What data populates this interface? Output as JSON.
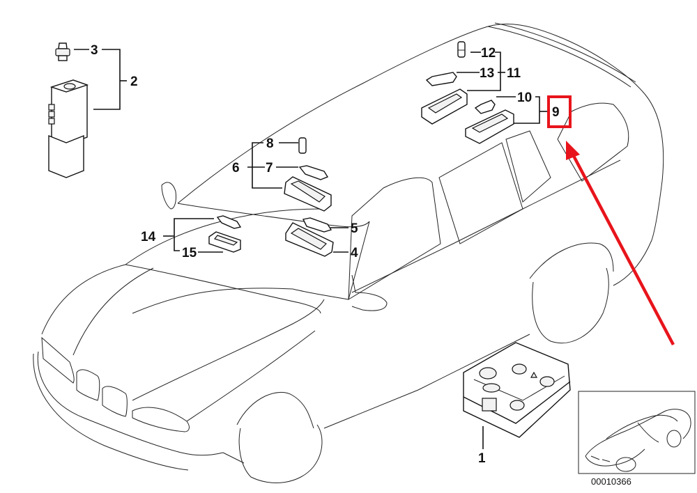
{
  "diagram": {
    "type": "parts-exploded-view",
    "subject": "station wagon interior lights",
    "callouts": [
      {
        "id": "1",
        "label": "1"
      },
      {
        "id": "2",
        "label": "2"
      },
      {
        "id": "3",
        "label": "3"
      },
      {
        "id": "4",
        "label": "4"
      },
      {
        "id": "5",
        "label": "5"
      },
      {
        "id": "6",
        "label": "6"
      },
      {
        "id": "7",
        "label": "7"
      },
      {
        "id": "8",
        "label": "8"
      },
      {
        "id": "9",
        "label": "9"
      },
      {
        "id": "10",
        "label": "10"
      },
      {
        "id": "11",
        "label": "11"
      },
      {
        "id": "12",
        "label": "12"
      },
      {
        "id": "13",
        "label": "13"
      },
      {
        "id": "14",
        "label": "14"
      },
      {
        "id": "15",
        "label": "15"
      }
    ],
    "highlight": {
      "callout": "9",
      "color": "#e8141b"
    },
    "inset": {
      "document_number": "00010366"
    }
  }
}
